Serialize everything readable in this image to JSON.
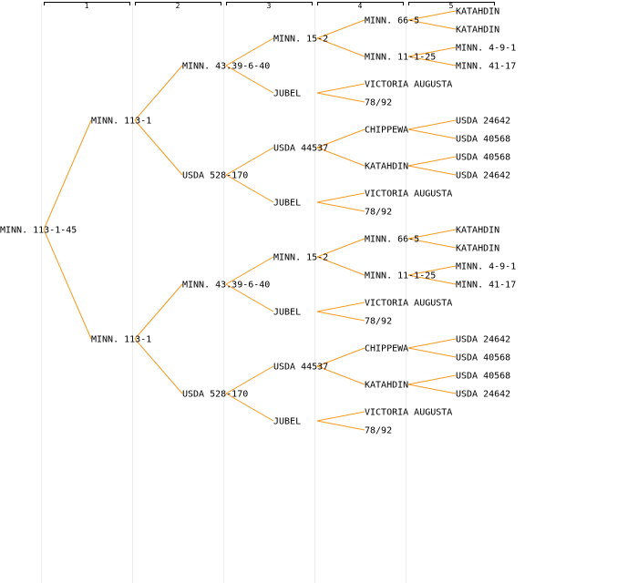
{
  "generations": [
    "1",
    "2",
    "3",
    "4",
    "5"
  ],
  "colors": {
    "edge": "#f79a1f",
    "text": "#000000",
    "guide": "#efefef"
  },
  "tree": {
    "label": "MINN. 113-1-45",
    "children": [
      {
        "label": "MINN. 113-1",
        "children": [
          {
            "label": "MINN. 43.39-6-40",
            "children": [
              {
                "label": "MINN. 15-2",
                "children": [
                  {
                    "label": "MINN. 66-5",
                    "children": [
                      {
                        "label": "KATAHDIN"
                      },
                      {
                        "label": "KATAHDIN"
                      }
                    ]
                  },
                  {
                    "label": "MINN. 11-1-25",
                    "children": [
                      {
                        "label": "MINN. 4-9-1"
                      },
                      {
                        "label": "MINN. 41-17"
                      }
                    ]
                  }
                ]
              },
              {
                "label": "JUBEL",
                "children": [
                  {
                    "label": "VICTORIA AUGUSTA"
                  },
                  {
                    "label": "78/92"
                  }
                ]
              }
            ]
          },
          {
            "label": "USDA 528-170",
            "children": [
              {
                "label": "USDA 44537",
                "children": [
                  {
                    "label": "CHIPPEWA",
                    "children": [
                      {
                        "label": "USDA 24642"
                      },
                      {
                        "label": "USDA 40568"
                      }
                    ]
                  },
                  {
                    "label": "KATAHDIN",
                    "children": [
                      {
                        "label": "USDA 40568"
                      },
                      {
                        "label": "USDA 24642"
                      }
                    ]
                  }
                ]
              },
              {
                "label": "JUBEL",
                "children": [
                  {
                    "label": "VICTORIA AUGUSTA"
                  },
                  {
                    "label": "78/92"
                  }
                ]
              }
            ]
          }
        ]
      },
      {
        "label": "MINN. 113-1",
        "children": [
          {
            "label": "MINN. 43.39-6-40",
            "children": [
              {
                "label": "MINN. 15-2",
                "children": [
                  {
                    "label": "MINN. 66-5",
                    "children": [
                      {
                        "label": "KATAHDIN"
                      },
                      {
                        "label": "KATAHDIN"
                      }
                    ]
                  },
                  {
                    "label": "MINN. 11-1-25",
                    "children": [
                      {
                        "label": "MINN. 4-9-1"
                      },
                      {
                        "label": "MINN. 41-17"
                      }
                    ]
                  }
                ]
              },
              {
                "label": "JUBEL",
                "children": [
                  {
                    "label": "VICTORIA AUGUSTA"
                  },
                  {
                    "label": "78/92"
                  }
                ]
              }
            ]
          },
          {
            "label": "USDA 528-170",
            "children": [
              {
                "label": "USDA 44537",
                "children": [
                  {
                    "label": "CHIPPEWA",
                    "children": [
                      {
                        "label": "USDA 24642"
                      },
                      {
                        "label": "USDA 40568"
                      }
                    ]
                  },
                  {
                    "label": "KATAHDIN",
                    "children": [
                      {
                        "label": "USDA 40568"
                      },
                      {
                        "label": "USDA 24642"
                      }
                    ]
                  }
                ]
              },
              {
                "label": "JUBEL",
                "children": [
                  {
                    "label": "VICTORIA AUGUSTA"
                  },
                  {
                    "label": "78/92"
                  }
                ]
              }
            ]
          }
        ]
      }
    ]
  }
}
